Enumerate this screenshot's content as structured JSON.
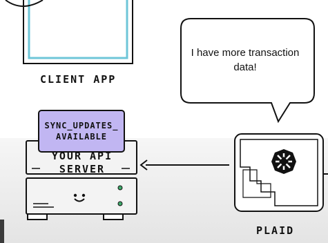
{
  "client": {
    "label": "CLIENT APP"
  },
  "server": {
    "label_line1": "YOUR API",
    "label_line2": "SERVER"
  },
  "webhook": {
    "line1": "SYNC_UPDATES_",
    "line2": "AVAILABLE"
  },
  "plaid": {
    "label": "PLAID",
    "speech": "I have more transaction data!"
  },
  "colors": {
    "webhook_bg": "#c1b6f2",
    "ink": "#111111",
    "floor": "#e8e8e8",
    "accent": "#3fa96b"
  }
}
